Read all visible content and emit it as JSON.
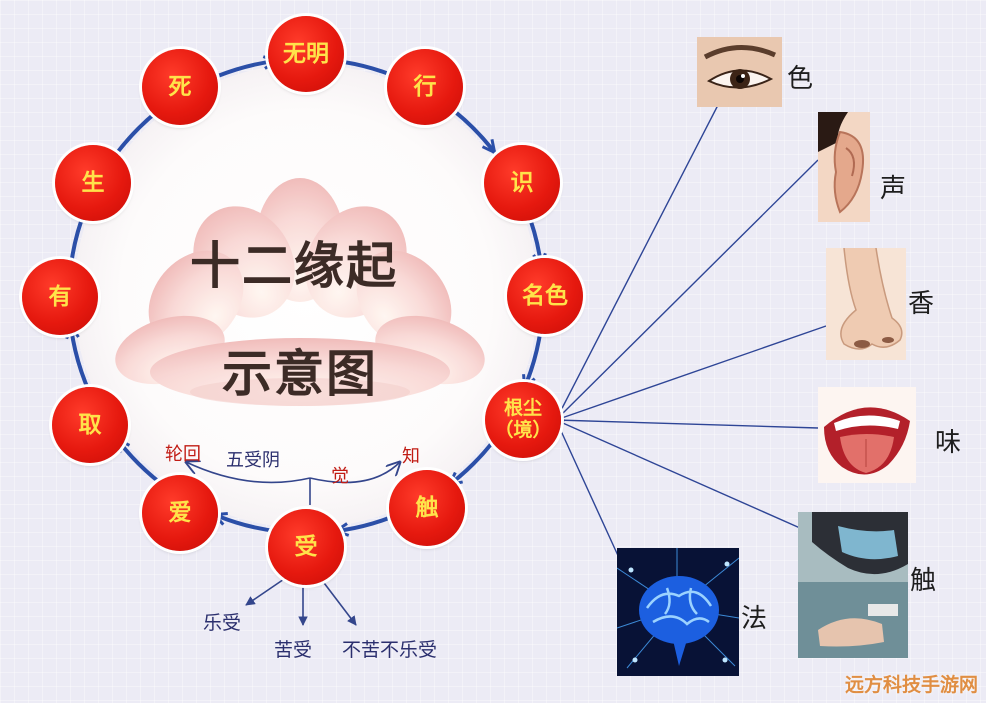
{
  "title": {
    "line1": "十二缘起",
    "line2": "示意图"
  },
  "cycle_nodes": [
    "无明",
    "行",
    "识",
    "名色",
    "根尘\n（境）",
    "触",
    "受",
    "爱",
    "取",
    "有",
    "生",
    "死"
  ],
  "labels": {
    "lunhui": "轮回",
    "wushouyin": "五受阴",
    "jue": "觉",
    "zhi": "知"
  },
  "feelings": [
    "乐受",
    "苦受",
    "不苦不乐受"
  ],
  "senses": [
    "色",
    "声",
    "香",
    "味",
    "触",
    "法"
  ],
  "sense_images": [
    "eye-photo",
    "ear-photo",
    "nose-photo",
    "mouth-photo",
    "touch-photo",
    "brain-photo"
  ],
  "watermark": "远方科技手游网",
  "colors": {
    "node_red": "#e6190f",
    "node_text": "#ffe34a",
    "ring_blue": "#2b4fa8",
    "label_red": "#c11c14",
    "background": "#ecebf5"
  }
}
